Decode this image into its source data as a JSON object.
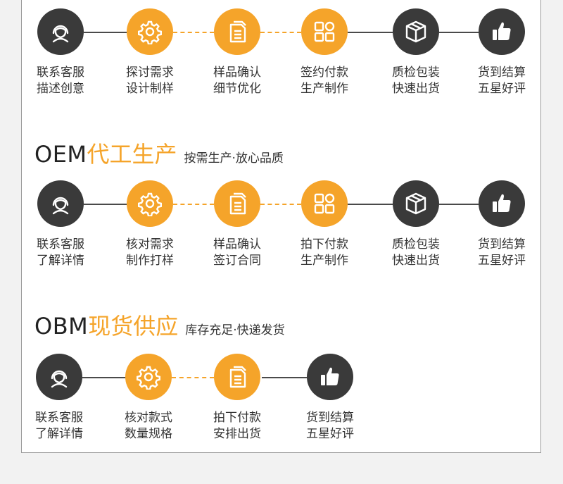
{
  "colors": {
    "accent": "#f5a42a",
    "dark": "#3a3a3a"
  },
  "row1": {
    "steps": [
      {
        "icon": "headset-icon",
        "style": "dark",
        "line1": "联系客服",
        "line2": "描述创意"
      },
      {
        "icon": "gear-icon",
        "style": "orange",
        "line1": "探讨需求",
        "line2": "设计制样"
      },
      {
        "icon": "document-icon",
        "style": "orange",
        "line1": "样品确认",
        "line2": "细节优化"
      },
      {
        "icon": "grid-icon",
        "style": "orange",
        "line1": "签约付款",
        "line2": "生产制作"
      },
      {
        "icon": "box-icon",
        "style": "dark",
        "line1": "质检包装",
        "line2": "快速出货"
      },
      {
        "icon": "thumbs-up-icon",
        "style": "dark",
        "line1": "货到结算",
        "line2": "五星好评"
      }
    ]
  },
  "oem": {
    "code": "OEM",
    "accent": "代工生产",
    "tagline": "按需生产·放心品质",
    "steps": [
      {
        "icon": "headset-icon",
        "style": "dark",
        "line1": "联系客服",
        "line2": "了解详情"
      },
      {
        "icon": "gear-icon",
        "style": "orange",
        "line1": "核对需求",
        "line2": "制作打样"
      },
      {
        "icon": "document-icon",
        "style": "orange",
        "line1": "样品确认",
        "line2": "签订合同"
      },
      {
        "icon": "grid-icon",
        "style": "orange",
        "line1": "拍下付款",
        "line2": "生产制作"
      },
      {
        "icon": "box-icon",
        "style": "dark",
        "line1": "质检包装",
        "line2": "快速出货"
      },
      {
        "icon": "thumbs-up-icon",
        "style": "dark",
        "line1": "货到结算",
        "line2": "五星好评"
      }
    ]
  },
  "obm": {
    "code": "OBM",
    "accent": "现货供应",
    "tagline": "库存充足·快递发货",
    "steps": [
      {
        "icon": "headset-icon",
        "style": "dark",
        "line1": "联系客服",
        "line2": "了解详情"
      },
      {
        "icon": "gear-icon",
        "style": "orange",
        "line1": "核对款式",
        "line2": "数量规格"
      },
      {
        "icon": "document-icon",
        "style": "orange",
        "line1": "拍下付款",
        "line2": "安排出货"
      },
      {
        "icon": "thumbs-up-icon",
        "style": "dark",
        "line1": "货到结算",
        "line2": "五星好评"
      }
    ]
  }
}
